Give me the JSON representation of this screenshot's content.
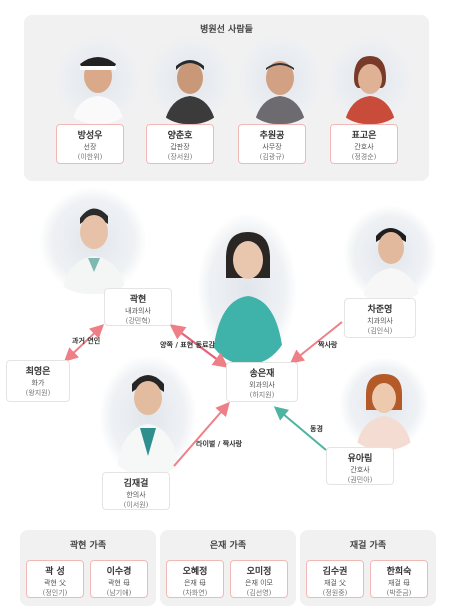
{
  "ship": {
    "title": "병원선 사람들",
    "people": [
      {
        "name": "방성우",
        "role": "선장",
        "actor": "(이한위)"
      },
      {
        "name": "양춘호",
        "role": "갑판장",
        "actor": "(장서원)"
      },
      {
        "name": "추원공",
        "role": "사무장",
        "actor": "(김광규)"
      },
      {
        "name": "표고은",
        "role": "간호사",
        "actor": "(정경순)"
      }
    ]
  },
  "main": {
    "kwak": {
      "name": "곽현",
      "role": "내과의사",
      "actor": "(강민혁)"
    },
    "song": {
      "name": "송은재",
      "role": "외과의사",
      "actor": "(하지원)"
    },
    "cha": {
      "name": "차준영",
      "role": "치과의사",
      "actor": "(김인식)"
    },
    "choi": {
      "name": "최영은",
      "role": "화가",
      "actor": "(왕지원)"
    },
    "kim": {
      "name": "김재걸",
      "role": "한의사",
      "actor": "(이서원)"
    },
    "yu": {
      "name": "유아림",
      "role": "간호사",
      "actor": "(권민아)"
    }
  },
  "relations": {
    "past_lover": "과거 연인",
    "parents_friends": "양쪽 / 표현 동료감",
    "one_sided_cha": "짝사랑",
    "rival": "라이벌 / 짝사랑",
    "one_sided_yu": "동경"
  },
  "families": [
    {
      "title": "곽현 가족",
      "members": [
        {
          "name": "곽 성",
          "role": "곽현 父",
          "actor": "(정인기)"
        },
        {
          "name": "이수경",
          "role": "곽현 母",
          "actor": "(남기애)"
        }
      ]
    },
    {
      "title": "은재 가족",
      "members": [
        {
          "name": "오혜정",
          "role": "은재 母",
          "actor": "(차화연)"
        },
        {
          "name": "오미정",
          "role": "은재 이모",
          "actor": "(김선영)"
        }
      ]
    },
    {
      "title": "재걸 가족",
      "members": [
        {
          "name": "김수권",
          "role": "재걸 父",
          "actor": "(정원중)"
        },
        {
          "name": "한희숙",
          "role": "재걸 母",
          "actor": "(박준금)"
        }
      ]
    }
  ],
  "colors": {
    "accent": "#f1b9b5",
    "arrow_pink": "#ef7f86",
    "arrow_teal": "#4db3a2",
    "panel": "#f1f1f2"
  }
}
